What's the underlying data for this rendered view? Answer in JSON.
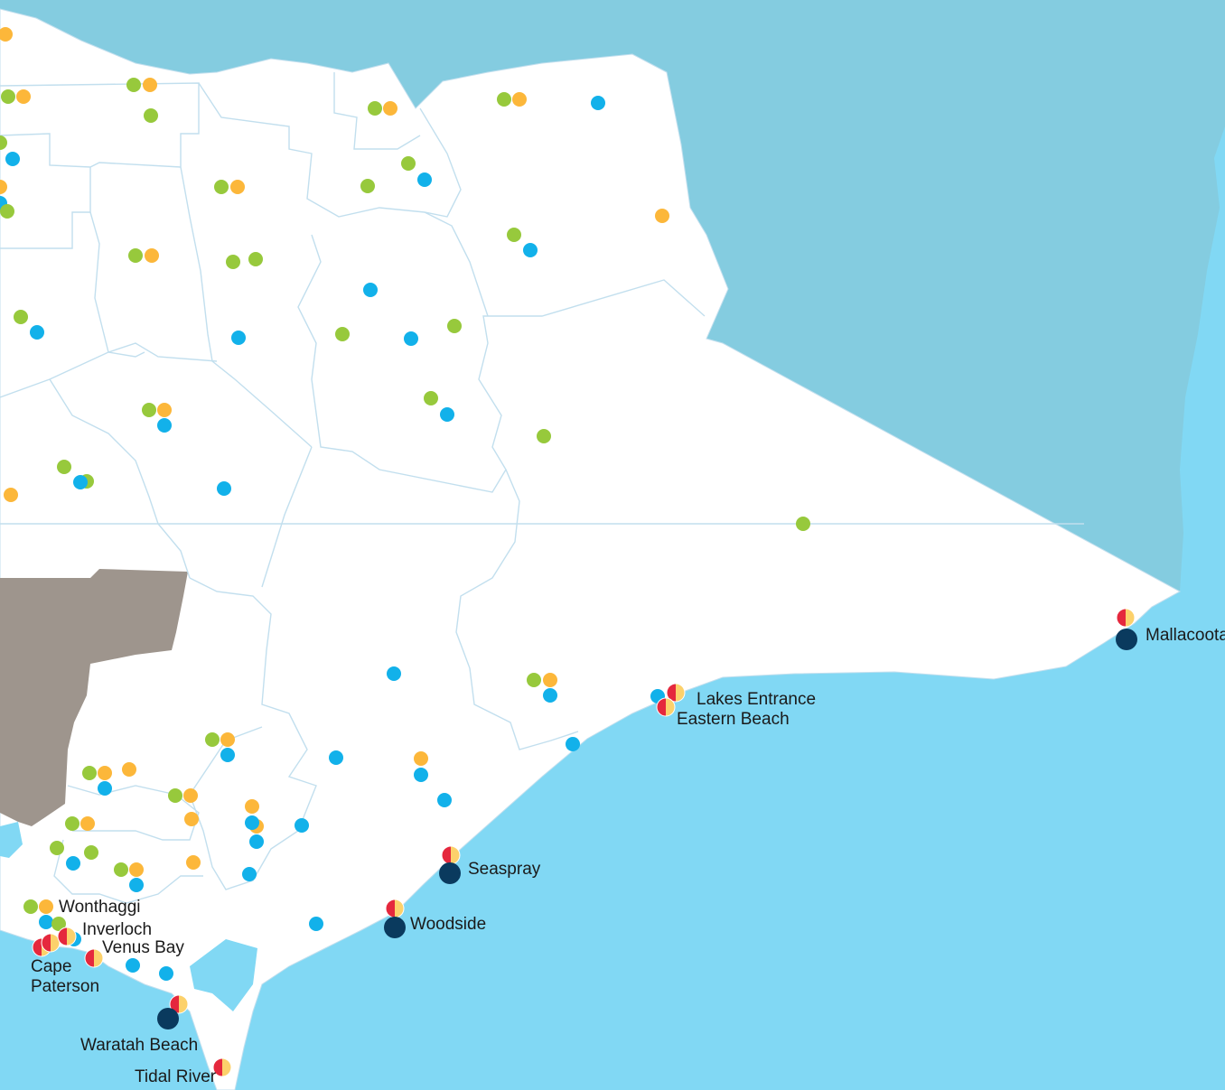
{
  "map": {
    "colors": {
      "ocean": "#81d8f4",
      "neighbour_state": "#84cce0",
      "land": "#ffffff",
      "boundary": "#c2dfee",
      "inland_water": "#81d8f4",
      "highlight_region": "#9e958d",
      "green_marker": "#97c93c",
      "orange_marker": "#fcb73a",
      "blue_marker": "#12b1ea",
      "navy_marker": "#0a3a5e",
      "red_half": "#e5283d",
      "yellow_half": "#fcd16b"
    },
    "marker_types": {
      "g": "green-dot",
      "o": "orange-dot",
      "b": "blue-dot",
      "n": "navy-dot",
      "h": "red-yellow-split-dot"
    },
    "places": [
      {
        "id": "mallacoota",
        "name": "Mallacoota"
      },
      {
        "id": "lakes-entrance",
        "name": "Lakes Entrance"
      },
      {
        "id": "eastern-beach",
        "name": "Eastern Beach"
      },
      {
        "id": "seaspray",
        "name": "Seaspray"
      },
      {
        "id": "woodside",
        "name": "Woodside"
      },
      {
        "id": "wonthaggi",
        "name": "Wonthaggi"
      },
      {
        "id": "inverloch",
        "name": "Inverloch"
      },
      {
        "id": "venus-bay",
        "name": "Venus Bay"
      },
      {
        "id": "cape-paterson",
        "name": "Cape\nPaterson"
      },
      {
        "id": "waratah-beach",
        "name": "Waratah Beach"
      },
      {
        "id": "tidal-river",
        "name": "Tidal River"
      }
    ]
  }
}
